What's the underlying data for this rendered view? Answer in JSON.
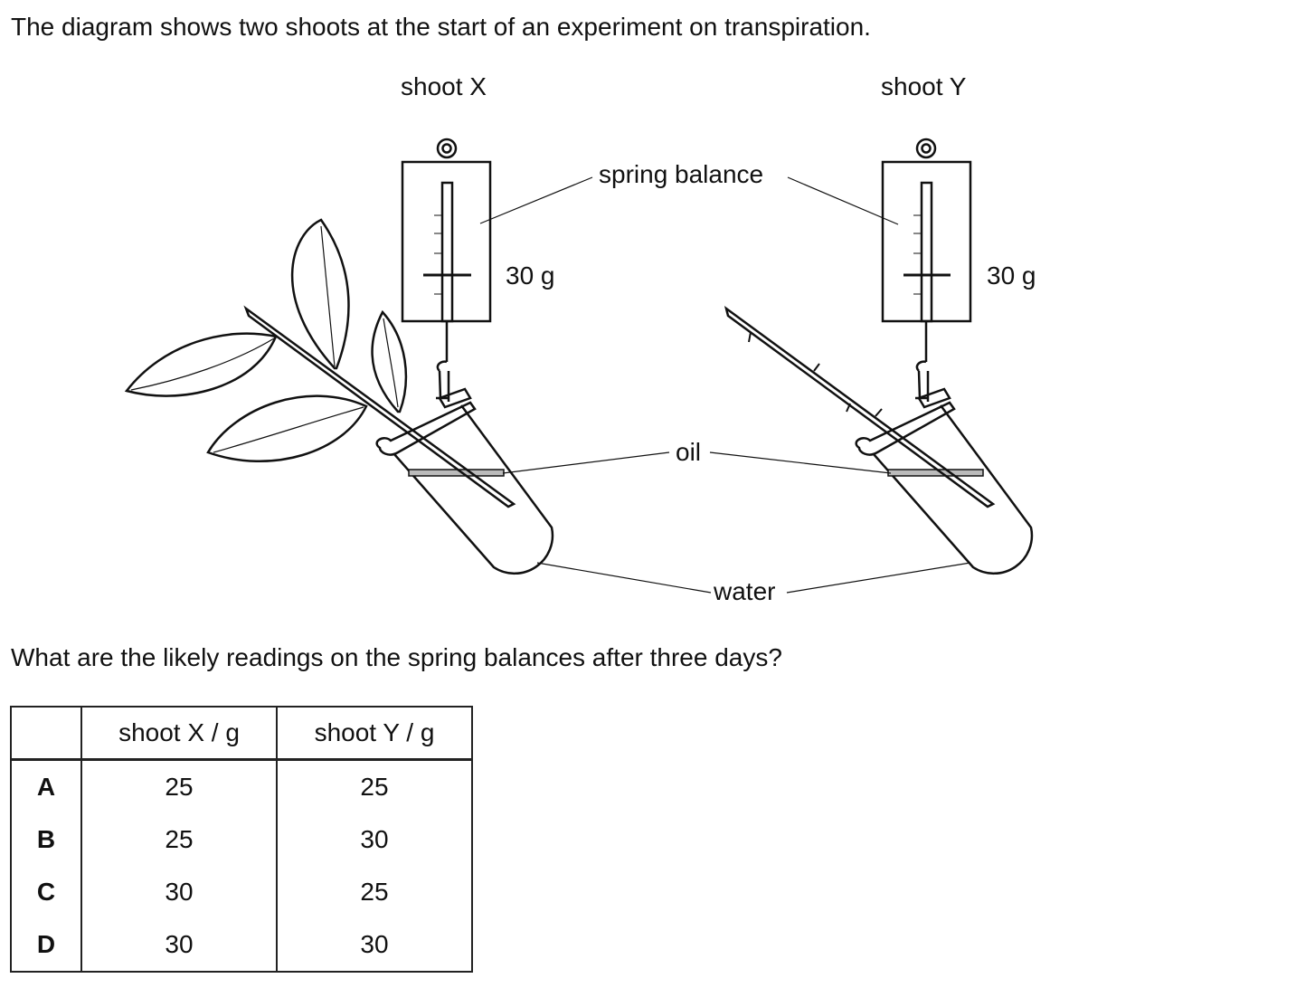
{
  "intro_text": "The diagram shows two shoots at the start of an experiment on transpiration.",
  "diagram": {
    "shoot_x_label": "shoot X",
    "shoot_y_label": "shoot Y",
    "spring_balance_label": "spring balance",
    "reading_x": "30 g",
    "reading_y": "30 g",
    "oil_label": "oil",
    "water_label": "water"
  },
  "question_text": "What are the likely readings on the spring balances after three days?",
  "table": {
    "headers": [
      "",
      "shoot X / g",
      "shoot Y / g"
    ],
    "rows": [
      {
        "option": "A",
        "x": "25",
        "y": "25"
      },
      {
        "option": "B",
        "x": "25",
        "y": "30"
      },
      {
        "option": "C",
        "x": "30",
        "y": "25"
      },
      {
        "option": "D",
        "x": "30",
        "y": "30"
      }
    ]
  }
}
